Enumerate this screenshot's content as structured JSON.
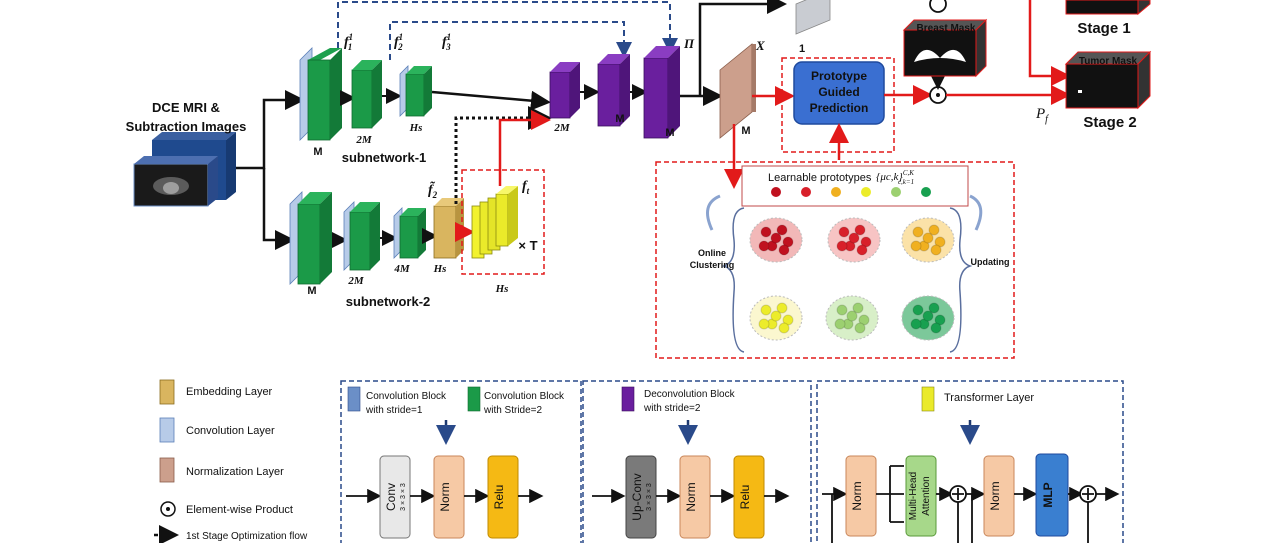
{
  "input": {
    "title_line1": "DCE MRI &",
    "title_line2": "Subtraction Images"
  },
  "subnetwork1": {
    "label": "subnetwork-1",
    "f1": "f",
    "f1_sup": "1",
    "f1_sub": "1",
    "f2": "f",
    "f2_sup": "1",
    "f2_sub": "2",
    "f3": "f",
    "f3_sup": "1",
    "f3_sub": "3",
    "size_m": "M",
    "size_2m": "2M",
    "size_hs": "Hs"
  },
  "subnetwork2": {
    "label": "subnetwork-2",
    "size_m": "M",
    "size_2m": "2M",
    "size_4m": "4M",
    "size_hs": "Hs",
    "f2tilde": "f̃",
    "f2tilde_sub": "2"
  },
  "transformer_block": {
    "ft": "f",
    "ft_sub": "t",
    "times": "× T",
    "hs": "Hs"
  },
  "decoder": {
    "size_2m": "2M",
    "size_m1": "M",
    "size_m2": "M",
    "pi": "Π",
    "x": "X",
    "norm_m": "M",
    "top_1": "1"
  },
  "prediction": {
    "line1": "Prototype",
    "line2": "Guided",
    "line3": "Prediction",
    "pf": "Pf",
    "pf_sub": "f"
  },
  "outputs": {
    "breast_mask": "Breast Mask",
    "tumor_mask": "Tumor Mask",
    "stage1": "Stage 1",
    "stage2": "Stage 2"
  },
  "prototypes": {
    "title": "Learnable prototypes",
    "formula": "{μc,k}",
    "formula_sup": "C,K",
    "formula_sub": "c,k=1",
    "online": "Online",
    "clustering": "Clustering",
    "updating": "Updating",
    "dot_colors": [
      "#c0111f",
      "#d8202a",
      "#f0b020",
      "#ecec2a",
      "#9cd070",
      "#18a050"
    ]
  },
  "legend": {
    "items": [
      {
        "label": "Embedding Layer",
        "color": "#d9b55f"
      },
      {
        "label": "Convolution Layer",
        "color": "#b7cbe8"
      },
      {
        "label": "Normalization Layer",
        "color": "#cc9f8c"
      },
      {
        "label": "Element-wise Product"
      },
      {
        "label": "1st Stage Optimization flow"
      }
    ]
  },
  "conv_panel": {
    "left_label1": "Convolution Block",
    "left_label2": "with stride=1",
    "right_label1": "Convolution Block",
    "right_label2": "with Stride=2",
    "b1": "Conv",
    "b1_sub": "3 × 3 × 3",
    "b2": "Norm",
    "b3": "Relu"
  },
  "deconv_panel": {
    "label1": "Deconvolution Block",
    "label2": "with stride=2",
    "b1": "Up-Conv",
    "b1_sub": "3 × 3 × 3",
    "b2": "Norm",
    "b3": "Relu"
  },
  "transformer_panel": {
    "label": "Transformer Layer",
    "b1": "Norm",
    "b2a": "Multi-Head",
    "b2b": "Attention",
    "b3": "Norm",
    "b4": "MLP"
  }
}
